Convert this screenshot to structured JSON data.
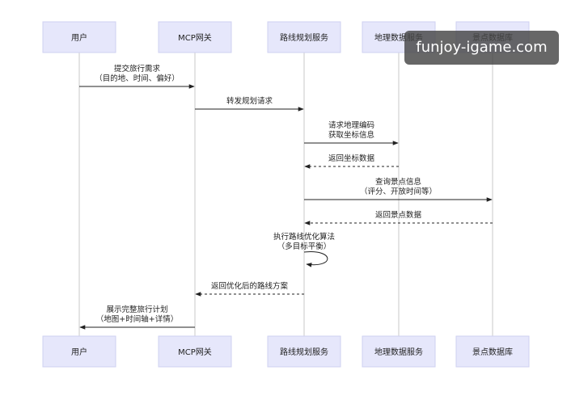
{
  "participants": [
    {
      "id": "user",
      "label": "用户"
    },
    {
      "id": "mcp",
      "label": "MCP网关"
    },
    {
      "id": "route",
      "label": "路线规划服务"
    },
    {
      "id": "geo",
      "label": "地理数据服务"
    },
    {
      "id": "poi",
      "label": "景点数据库"
    }
  ],
  "messages": [
    {
      "from": "user",
      "to": "mcp",
      "style": "solid",
      "lines": [
        "提交旅行需求",
        "（目的地、时间、偏好）"
      ]
    },
    {
      "from": "mcp",
      "to": "route",
      "style": "solid",
      "lines": [
        "转发规划请求"
      ]
    },
    {
      "from": "route",
      "to": "geo",
      "style": "solid",
      "lines": [
        "请求地理编码",
        "获取坐标信息"
      ]
    },
    {
      "from": "geo",
      "to": "route",
      "style": "dashed",
      "lines": [
        "返回坐标数据"
      ]
    },
    {
      "from": "route",
      "to": "poi",
      "style": "solid",
      "lines": [
        "查询景点信息",
        "（评分、开放时间等）"
      ]
    },
    {
      "from": "poi",
      "to": "route",
      "style": "dashed",
      "lines": [
        "返回景点数据"
      ]
    },
    {
      "from": "route",
      "to": "route",
      "style": "solid",
      "lines": [
        "执行路线优化算法",
        "（多目标平衡）"
      ]
    },
    {
      "from": "route",
      "to": "mcp",
      "style": "dashed",
      "lines": [
        "返回优化后的路线方案"
      ]
    },
    {
      "from": "mcp",
      "to": "user",
      "style": "solid",
      "lines": [
        "展示完整旅行计划",
        "（地图+时间轴+详情）"
      ]
    }
  ],
  "watermark": "funjoy-igame.com"
}
